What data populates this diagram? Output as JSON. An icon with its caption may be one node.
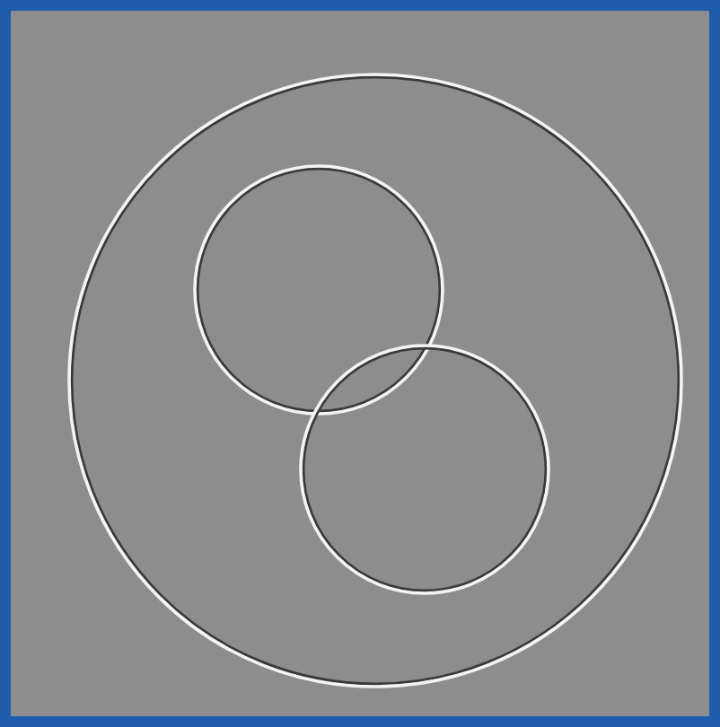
{
  "diagram": {
    "nodes": [
      {
        "text": [],
        "shape": "circle"
      },
      {
        "text": [],
        "shape": "circle",
        "in": 0
      },
      {
        "text": [],
        "shape": "circle",
        "in": 0
      }
    ]
  }
}
